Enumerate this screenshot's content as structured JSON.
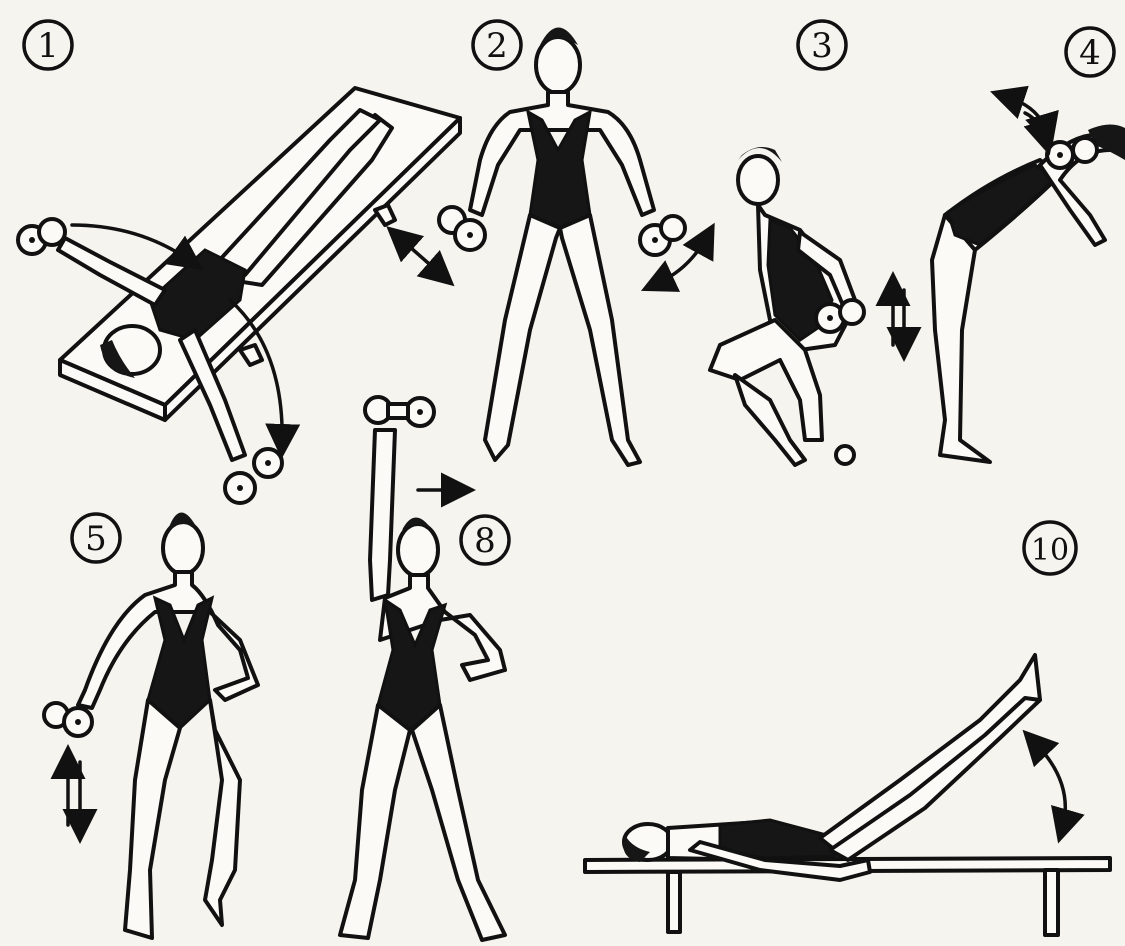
{
  "exercises": [
    {
      "number": "1"
    },
    {
      "number": "2"
    },
    {
      "number": "3"
    },
    {
      "number": "4"
    },
    {
      "number": "5"
    },
    {
      "number": "8"
    },
    {
      "number": "10"
    }
  ],
  "colors": {
    "ink": "#111111",
    "paper": "#f6f4ee"
  }
}
